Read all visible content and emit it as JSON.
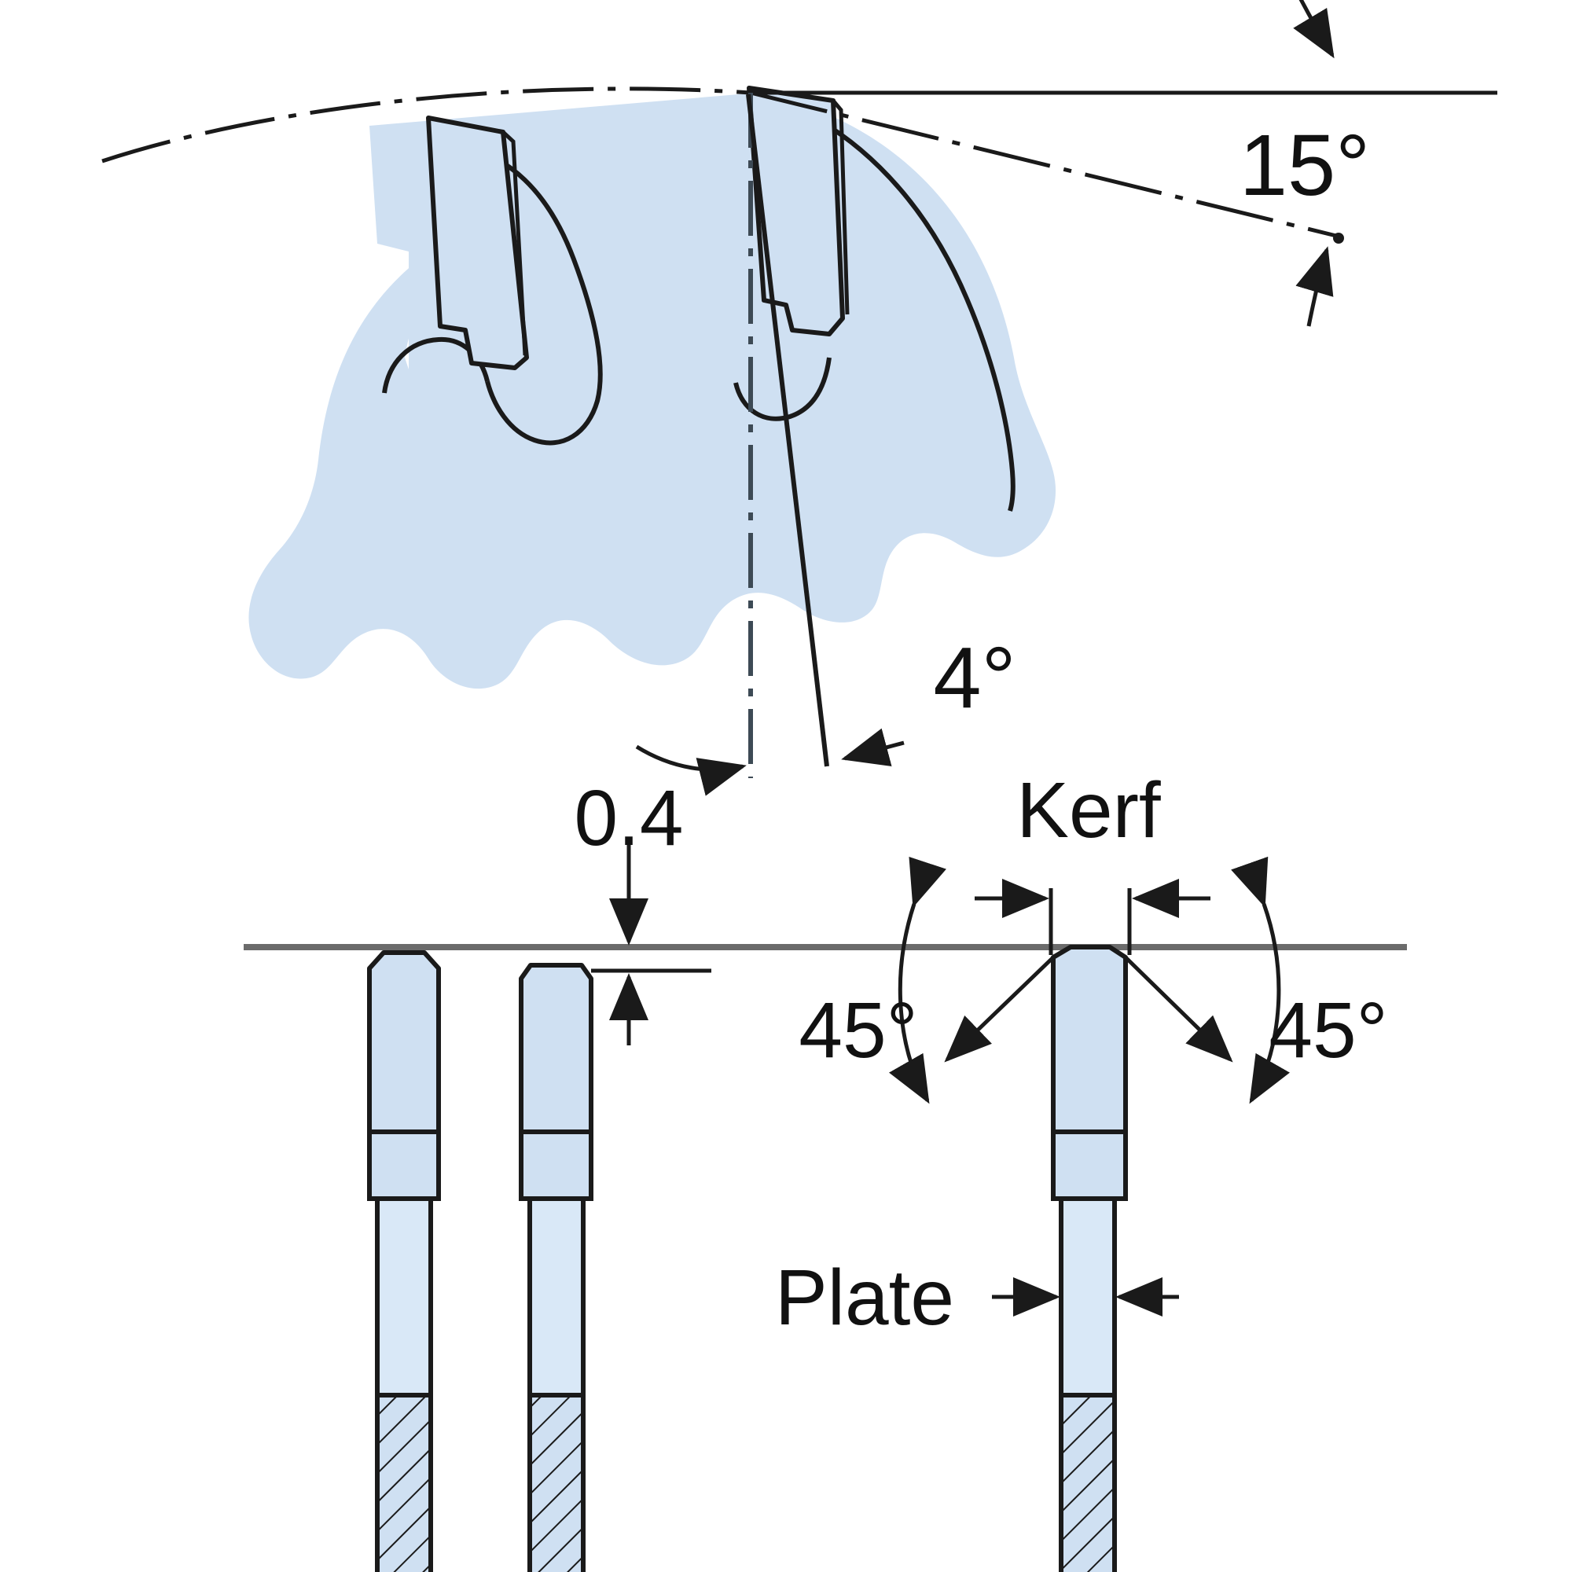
{
  "figure": {
    "title": "Circular saw blade tooth geometry diagram",
    "type": "technical-drawing",
    "background_color": "#ffffff",
    "fill_color": "#cfe0f2",
    "fill_color_light": "#d9e8f7",
    "line_color": "#1a1a1a",
    "axis_color": "#6b6b6b"
  },
  "labels": {
    "hook_angle": "15°",
    "side_angle": "4°",
    "projection": "0.4",
    "kerf": "Kerf",
    "bevel_left": "45°",
    "bevel_right": "45°",
    "plate": "Plate"
  },
  "views": {
    "top": {
      "name": "blade-top-view",
      "description": "Saw blade rim with two carbide teeth and gullets, centerline and hook angle reference lines"
    },
    "front": {
      "name": "tooth-front-views",
      "description": "Front elevation of two teeth with 0.4 side projection, and a bevelled tooth with 45° faces, kerf and plate thickness callouts"
    }
  },
  "annotations": {
    "arrow_style": "filled-triangle",
    "hatching": "45-degree-line-hatch",
    "centerline_style": "dash-dot"
  }
}
